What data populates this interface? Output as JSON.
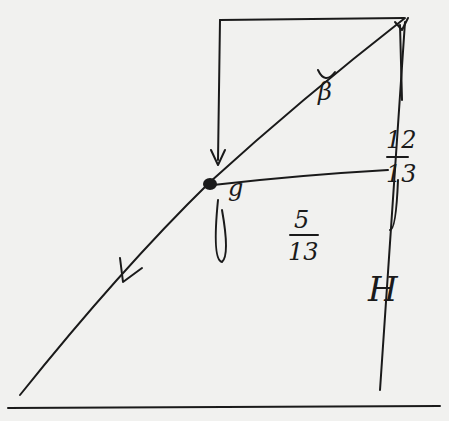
{
  "diagram": {
    "labels": [
      "β",
      "12",
      "13",
      "5",
      "13",
      "H",
      "g"
    ]
  }
}
